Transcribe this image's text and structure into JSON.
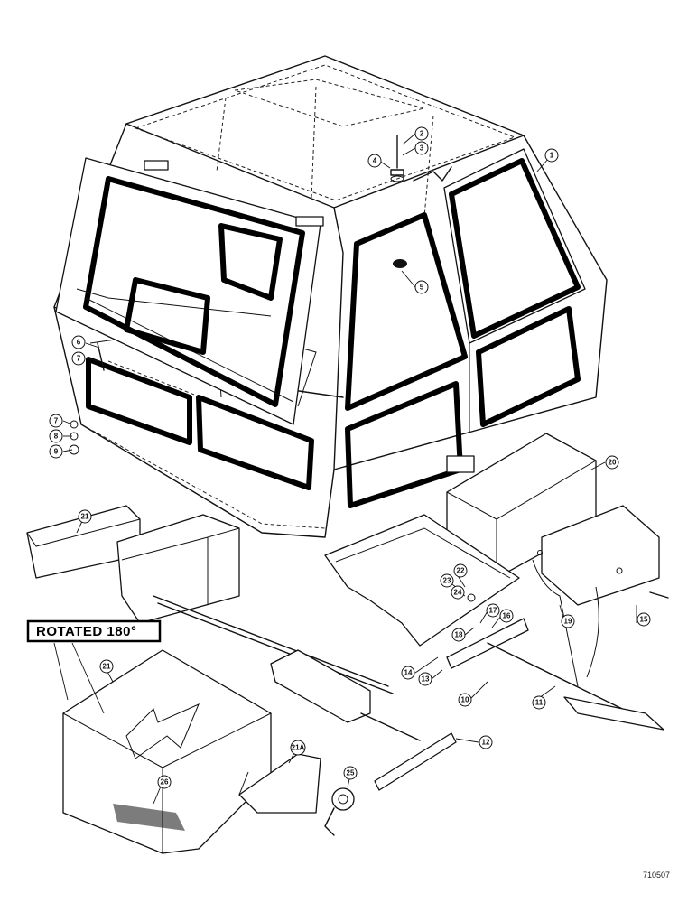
{
  "banner": {
    "text": "ROTATED 180°"
  },
  "drawing_number": "710507",
  "callouts": [
    {
      "label": "1"
    },
    {
      "label": "2"
    },
    {
      "label": "3"
    },
    {
      "label": "4"
    },
    {
      "label": "5"
    },
    {
      "label": "6"
    },
    {
      "label": "7"
    },
    {
      "label": "7"
    },
    {
      "label": "8"
    },
    {
      "label": "9"
    },
    {
      "label": "10"
    },
    {
      "label": "11"
    },
    {
      "label": "12"
    },
    {
      "label": "13"
    },
    {
      "label": "14"
    },
    {
      "label": "15"
    },
    {
      "label": "16"
    },
    {
      "label": "17"
    },
    {
      "label": "18"
    },
    {
      "label": "19"
    },
    {
      "label": "20"
    },
    {
      "label": "21"
    },
    {
      "label": "21"
    },
    {
      "label": "21A"
    },
    {
      "label": "22"
    },
    {
      "label": "23"
    },
    {
      "label": "24"
    },
    {
      "label": "25"
    },
    {
      "label": "26"
    }
  ]
}
